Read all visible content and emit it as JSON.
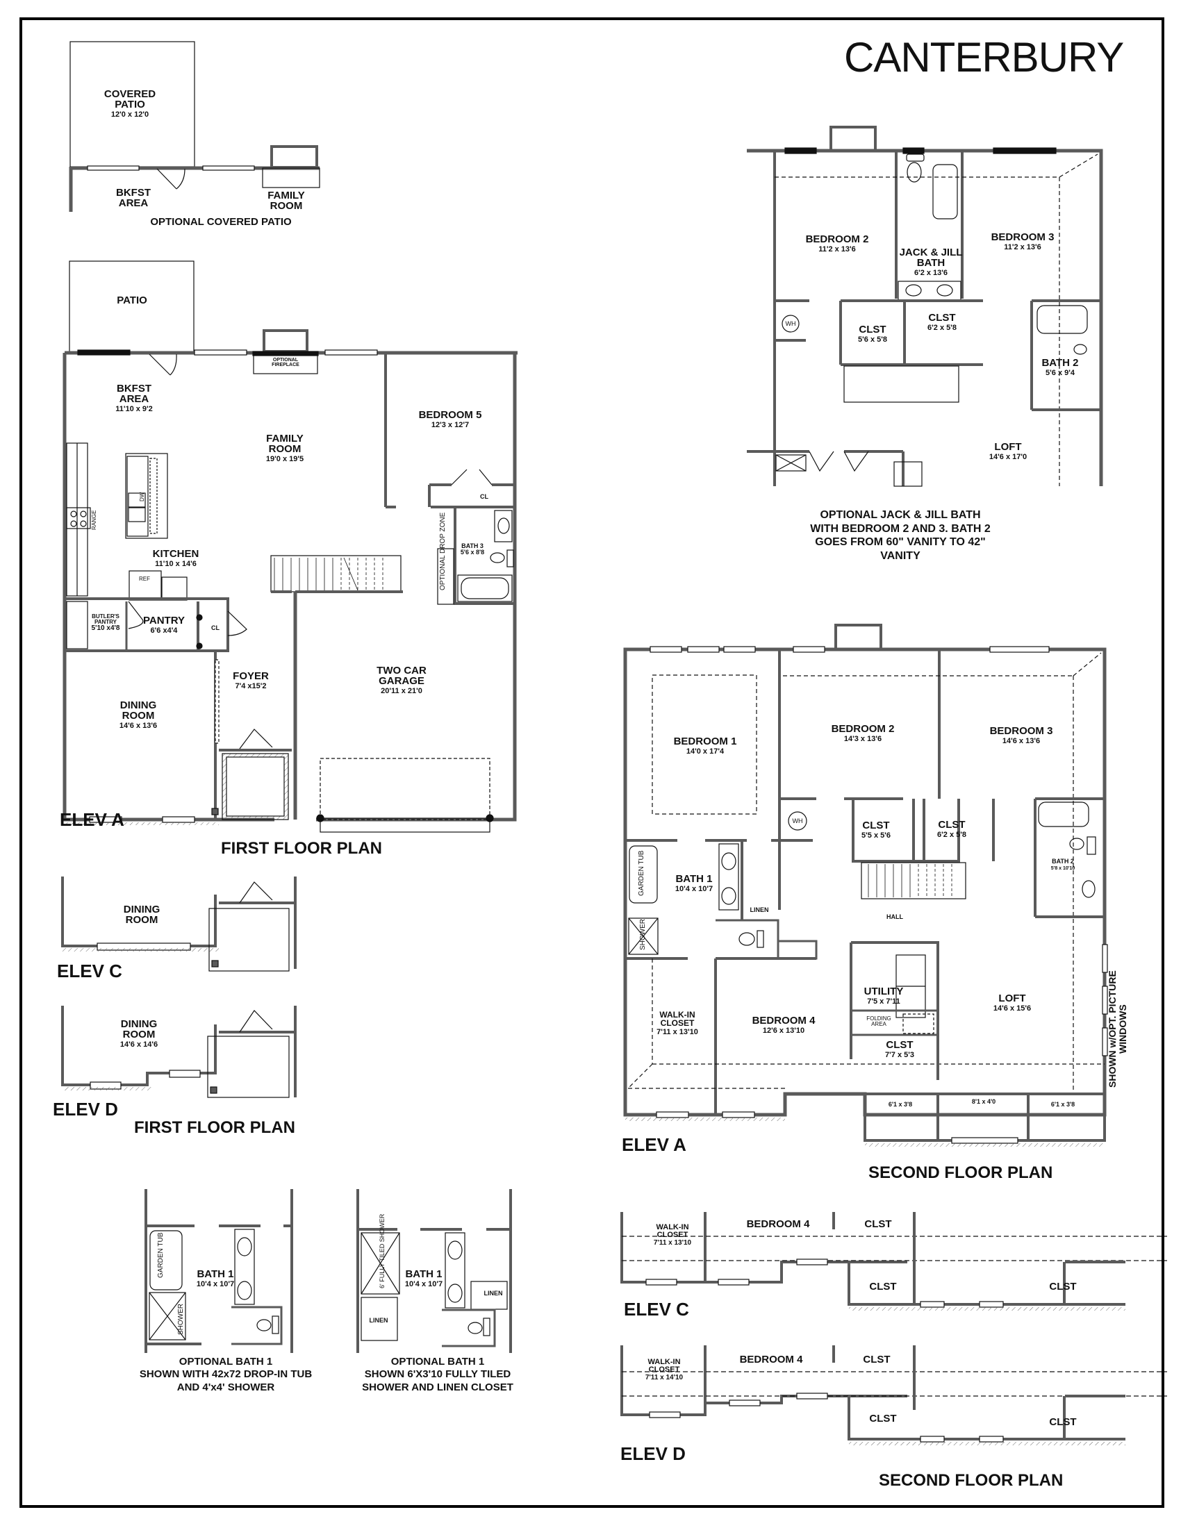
{
  "title": "CANTERBURY",
  "optional_covered_patio": {
    "caption": "OPTIONAL COVERED PATIO",
    "covered_patio": {
      "name_line1": "COVERED",
      "name_line2": "PATIO",
      "dims": "12'0 x 12'0"
    },
    "bkfst_area": {
      "line1": "BKFST",
      "line2": "AREA"
    },
    "family_room": {
      "line1": "FAMILY",
      "line2": "ROOM"
    }
  },
  "first_floor": {
    "plan_label": "FIRST FLOOR PLAN",
    "elevation": "ELEV A",
    "rooms": {
      "patio": {
        "name": "PATIO"
      },
      "optional_fireplace": {
        "line1": "OPTIONAL",
        "line2": "FIREPLACE"
      },
      "bkfst_area": {
        "line1": "BKFST",
        "line2": "AREA",
        "dims": "11'10 x 9'2"
      },
      "family_room": {
        "line1": "FAMILY",
        "line2": "ROOM",
        "dims": "19'0 x 19'5"
      },
      "bedroom5": {
        "name": "BEDROOM 5",
        "dims": "12'3 x 12'7"
      },
      "bedroom5_closet": {
        "name": "CL"
      },
      "bath3": {
        "name": "BATH 3",
        "dims": "5'6 x 8'8"
      },
      "drop_zone": {
        "line1": "OPTIONAL",
        "line2": "DROP ZONE"
      },
      "kitchen": {
        "name": "KITCHEN",
        "dims": "11'10 x 14'6"
      },
      "ref": {
        "name": "REF"
      },
      "dw": {
        "name": "DW"
      },
      "range": {
        "name": "RANGE"
      },
      "butlers_pantry": {
        "line1": "BUTLER'S",
        "line2": "PANTRY",
        "dims": "5'10 x4'8"
      },
      "pantry": {
        "name": "PANTRY",
        "dims": "6'6 x4'4"
      },
      "coat_closet": {
        "name": "CL"
      },
      "foyer": {
        "name": "FOYER",
        "dims": "7'4 x15'2"
      },
      "dining_room": {
        "line1": "DINING",
        "line2": "ROOM",
        "dims": "14'6 x 13'6"
      },
      "garage": {
        "line1": "TWO CAR",
        "line2": "GARAGE",
        "dims": "20'11 x 21'0"
      }
    },
    "alt_elevations": {
      "plan_label": "FIRST FLOOR PLAN",
      "elev_c": {
        "label": "ELEV C",
        "room_line1": "DINING",
        "room_line2": "ROOM"
      },
      "elev_d": {
        "label": "ELEV D",
        "room_line1": "DINING",
        "room_line2": "ROOM",
        "dims": "14'6 x 14'6"
      }
    },
    "bath_options": [
      {
        "bath_name": "BATH 1",
        "bath_dims": "10'4 x 10'7",
        "fixture1": "GARDEN TUB",
        "fixture2": "SHOWER",
        "caption_line1": "OPTIONAL BATH 1",
        "caption_line2": "SHOWN WITH 42x72 DROP-IN TUB",
        "caption_line3": "AND 4'x4' SHOWER"
      },
      {
        "bath_name": "BATH 1",
        "bath_dims": "10'4 x 10'7",
        "fixture1": "6' FULLY TILED SHOWER",
        "linen1": "LINEN",
        "linen2": "LINEN",
        "caption_line1": "OPTIONAL BATH 1",
        "caption_line2": "SHOWN 6'X3'10 FULLY TILED",
        "caption_line3": "SHOWER AND LINEN CLOSET"
      }
    ]
  },
  "optional_jack_jill": {
    "rooms": {
      "bedroom2": {
        "name": "BEDROOM 2",
        "dims": "11'2 x 13'6"
      },
      "bedroom3": {
        "name": "BEDROOM 3",
        "dims": "11'2 x 13'6"
      },
      "jj_bath": {
        "line1": "JACK & JILL",
        "line2": "BATH",
        "dims": "6'2 x 13'6"
      },
      "clst1": {
        "name": "CLST",
        "dims": "5'6 x 5'8"
      },
      "clst2": {
        "name": "CLST",
        "dims": "6'2 x 5'8"
      },
      "bath2": {
        "name": "BATH 2",
        "dims": "5'6 x 9'4"
      },
      "loft": {
        "name": "LOFT",
        "dims": "14'6 x 17'0"
      },
      "wh": {
        "name": "WH"
      }
    },
    "note_line1": "OPTIONAL JACK & JILL BATH",
    "note_line2": "WITH BEDROOM 2 AND 3. BATH 2",
    "note_line3": "GOES FROM 60\" VANITY TO 42\"",
    "note_line4": "VANITY"
  },
  "second_floor": {
    "plan_label": "SECOND FLOOR PLAN",
    "elevation": "ELEV A",
    "side_note_line1": "SHOWN w/OPT. PICTURE",
    "side_note_line2": "WINDOWS",
    "rooms": {
      "bedroom1": {
        "name": "BEDROOM 1",
        "dims": "14'0 x 17'4"
      },
      "bedroom2": {
        "name": "BEDROOM 2",
        "dims": "14'3 x 13'6"
      },
      "bedroom3": {
        "name": "BEDROOM 3",
        "dims": "14'6 x 13'6"
      },
      "wh": {
        "name": "WH"
      },
      "clst_a": {
        "name": "CLST",
        "dims": "5'5 x 5'6"
      },
      "clst_b": {
        "name": "CLST",
        "dims": "6'2 x 5'8"
      },
      "bath1": {
        "name": "BATH 1",
        "dims": "10'4 x 10'7"
      },
      "garden_tub": {
        "name": "GARDEN TUB"
      },
      "shower": {
        "name": "SHOWER"
      },
      "linen": {
        "name": "LINEN"
      },
      "bath2": {
        "name": "BATH 2",
        "dims": "5'8 x 10'10"
      },
      "hall": {
        "name": "HALL"
      },
      "walkin": {
        "line1": "WALK-IN",
        "line2": "CLOSET",
        "dims": "7'11 x 13'10"
      },
      "bedroom4": {
        "name": "BEDROOM 4",
        "dims": "12'6 x 13'10"
      },
      "utility": {
        "name": "UTILITY",
        "dims": "7'5 x 7'11"
      },
      "folding": {
        "line1": "FOLDING",
        "line2": "AREA"
      },
      "clst_c": {
        "name": "CLST",
        "dims": "7'7 x 5'3"
      },
      "loft": {
        "name": "LOFT",
        "dims": "14'6 x 15'6"
      },
      "closet_left": {
        "dims": "6'1 x 3'8"
      },
      "closet_mid": {
        "dims": "8'1 x 4'0"
      },
      "closet_right": {
        "dims": "6'1 x 3'8"
      }
    },
    "alt_elevations": {
      "plan_label": "SECOND FLOOR PLAN",
      "elev_c": {
        "label": "ELEV C",
        "walkin_line1": "WALK-IN",
        "walkin_line2": "CLOSET",
        "walkin_dims": "7'11 x 13'10",
        "bedroom": "BEDROOM 4",
        "clst_top": "CLST",
        "clst_left": "CLST",
        "clst_right": "CLST"
      },
      "elev_d": {
        "label": "ELEV D",
        "walkin_line1": "WALK-IN",
        "walkin_line2": "CLOSET",
        "walkin_dims": "7'11 x 14'10",
        "bedroom": "BEDROOM 4",
        "clst_top": "CLST",
        "clst_left": "CLST",
        "clst_right": "CLST"
      }
    }
  },
  "colors": {
    "wall": "#5a5a5a",
    "line": "#111111",
    "background": "#ffffff",
    "border": "#000000"
  }
}
